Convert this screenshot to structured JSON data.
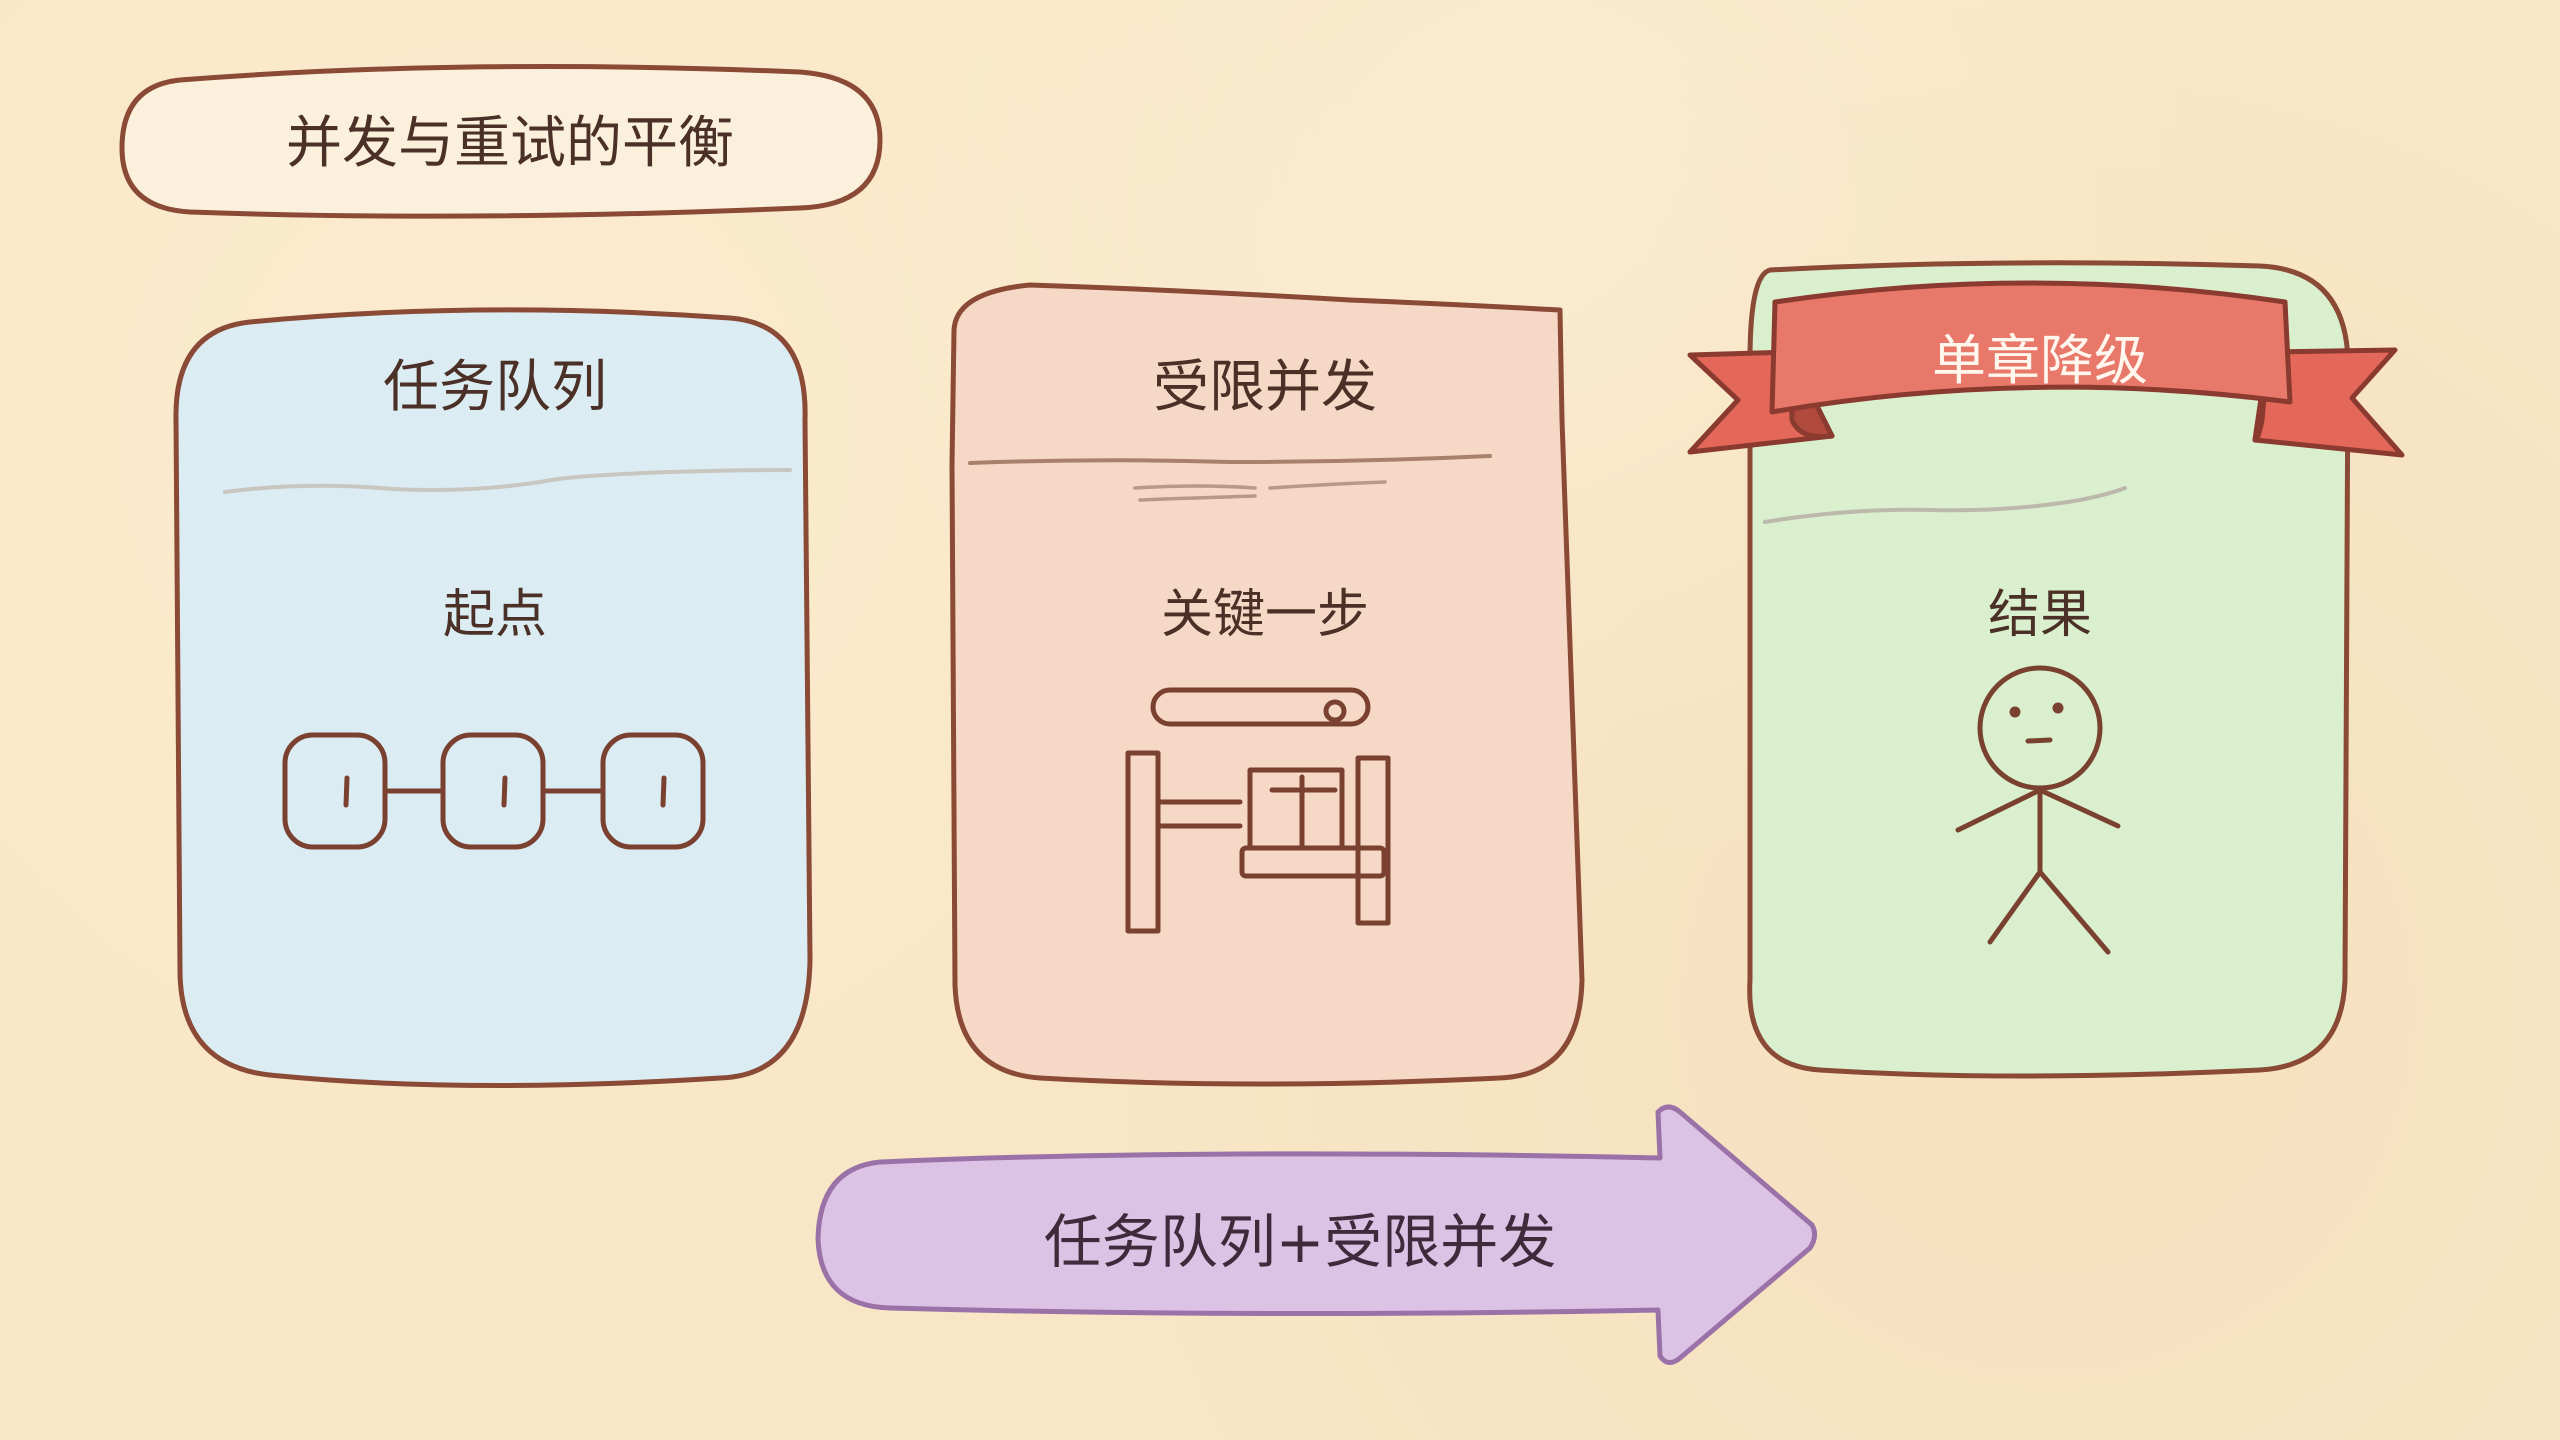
{
  "title": "并发与重试的平衡",
  "cards": [
    {
      "title": "任务队列",
      "subtitle": "起点",
      "icon": "queue-chain-icon",
      "color": "#dcecf3"
    },
    {
      "title": "受限并发",
      "subtitle": "关键一步",
      "icon": "gate-barrier-icon",
      "color": "#f5d8c6"
    },
    {
      "title": "结果",
      "subtitle": "",
      "icon": "stick-figure-icon",
      "color": "#d9efce"
    }
  ],
  "ribbon": {
    "label": "单章降级",
    "color": "#e8786a"
  },
  "arrow": {
    "label": "任务队列+受限并发",
    "color": "#dcc3e6"
  },
  "colors": {
    "outline": "#8a4a35",
    "background": "#f8e6c6"
  }
}
